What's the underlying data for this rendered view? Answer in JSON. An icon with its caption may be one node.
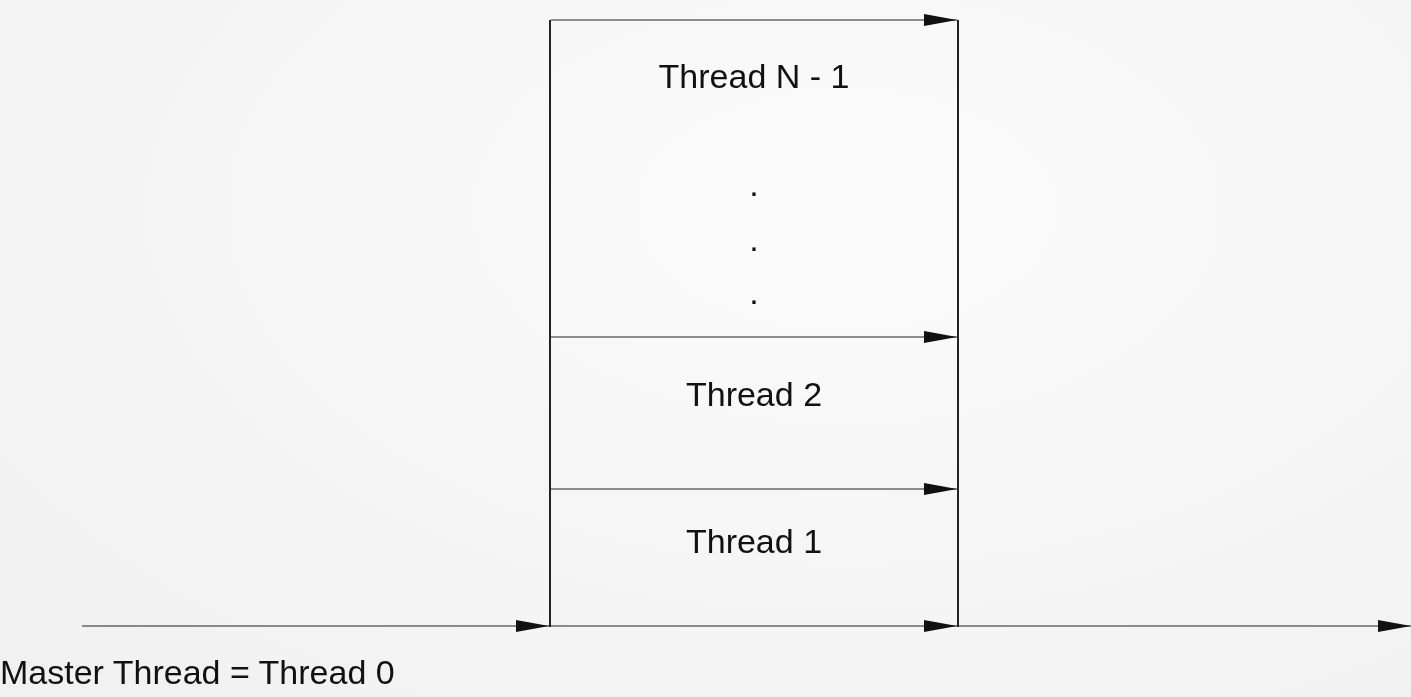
{
  "diagram": {
    "nodes": [
      {
        "text": [],
        "shape": "bar"
      },
      {
        "text": [],
        "shape": "bar"
      }
    ],
    "edges": [
      {
        "from": null,
        "to": 0,
        "arrow": "to"
      },
      {
        "from": 0,
        "to": 1,
        "arrow": "to"
      },
      {
        "from": 0,
        "to": 1,
        "arrow": "to"
      },
      {
        "from": 0,
        "to": 1,
        "arrow": "to"
      },
      {
        "from": 0,
        "to": 1,
        "arrow": "to"
      },
      {
        "from": 1,
        "to": null,
        "arrow": "to"
      }
    ],
    "labels": [
      "Thread N - 1",
      ".",
      ".",
      ".",
      "Thread 2",
      "Thread 1",
      "Master Thread = Thread 0"
    ]
  }
}
